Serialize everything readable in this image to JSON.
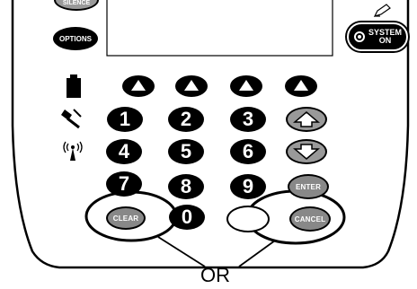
{
  "panel": {
    "silence_label": "SILENCE",
    "options_label": "OPTIONS",
    "system_on": {
      "line1": "SYSTEM",
      "line2": "ON"
    }
  },
  "keypad": {
    "digits": [
      "1",
      "2",
      "3",
      "4",
      "5",
      "6",
      "7",
      "8",
      "9",
      "0"
    ],
    "enter_label": "ENTER",
    "clear_label": "CLEAR",
    "cancel_label": "CANCEL"
  },
  "status_icons": [
    "battery-icon",
    "unplugged-icon",
    "wireless-icon",
    "pen-icon"
  ],
  "annotation": {
    "or_label": "OR"
  },
  "colors": {
    "button_black": "#000000",
    "button_grey": "#888888",
    "background": "#ffffff"
  }
}
